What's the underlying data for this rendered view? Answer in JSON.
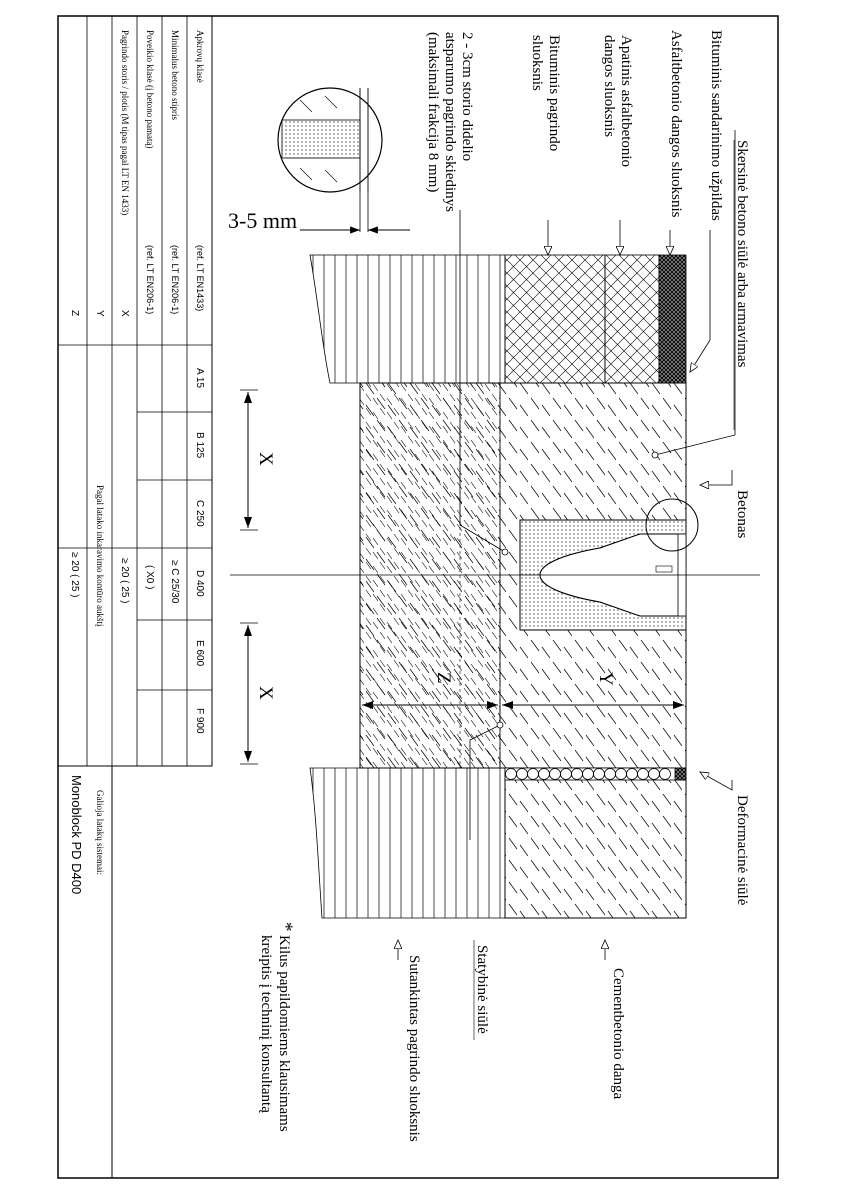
{
  "drawing": {
    "labels": {
      "skersine_siule": "Skersinė betono siūlė arba armavimas",
      "sandarinimo_uzpildas": "Bituminis sandarinimo užpildas",
      "asfaltbetonio_sluoksnis": "Asfaltbetonio dangos sluoksnis",
      "apatinis_line1": "Apatinis asfaltbetonio",
      "apatinis_line2": "dangos sluoksnis",
      "bituminis_line1": "Bituminis pagrindo",
      "bituminis_line2": "sluoksnis",
      "skiedinys_line1": "2 - 3cm storio didelio",
      "skiedinys_line2": "atsparumo pagrindo skiedinys",
      "skiedinys_line3": "(maksimali frakcija 8 mm)",
      "gap_dimension": "3-5 mm",
      "betonas": "Betonas",
      "deformacine_siule": "Deformacinė siūlė",
      "cementbetonio_danga": "Cementbetonio danga",
      "statybine_siule": "Statybinė siūlė",
      "sutankintas_sluoksnis": "Sutankintas pagrindo sluoksnis",
      "note_asterisk": "*",
      "note_line1": "Kilus papildomiems klausimams",
      "note_line2": "kreiptis į techninį konsultantą",
      "dim_x_top": "X",
      "dim_x_bottom": "X",
      "dim_y": "Y",
      "dim_z": "Z"
    },
    "table": {
      "row1_label": "Apkrovų klasė",
      "row1_ref": "(ref. LT EN1433)",
      "row2_label": "Minimalus betono stipris",
      "row2_ref": "(ref. LT EN206-1)",
      "row3_label": "Poveikio klasė (į betono pamatą)",
      "row3_ref": "(ref. LT EN206-1)",
      "row3_sym": "X",
      "row4_label": "Pagrindo storis / plotis (M tipas pagal LT EN 1433)",
      "row4_sym": "Y",
      "row5_sym": "Z",
      "classes": [
        "A 15",
        "B 125",
        "C 250",
        "D 400",
        "E 600",
        "F 900"
      ],
      "concrete": "≥ C 25/30",
      "exposure": "( X0 )",
      "y_value": "≥ 20 ( 25 )",
      "z_value": "≥ 20 ( 25 )",
      "anchoring": "Pagal latako inkaravimo kontūro aukštį",
      "system_caption": "Galioja latakų sistemai:",
      "system_name": "Monoblock PD D400"
    }
  }
}
